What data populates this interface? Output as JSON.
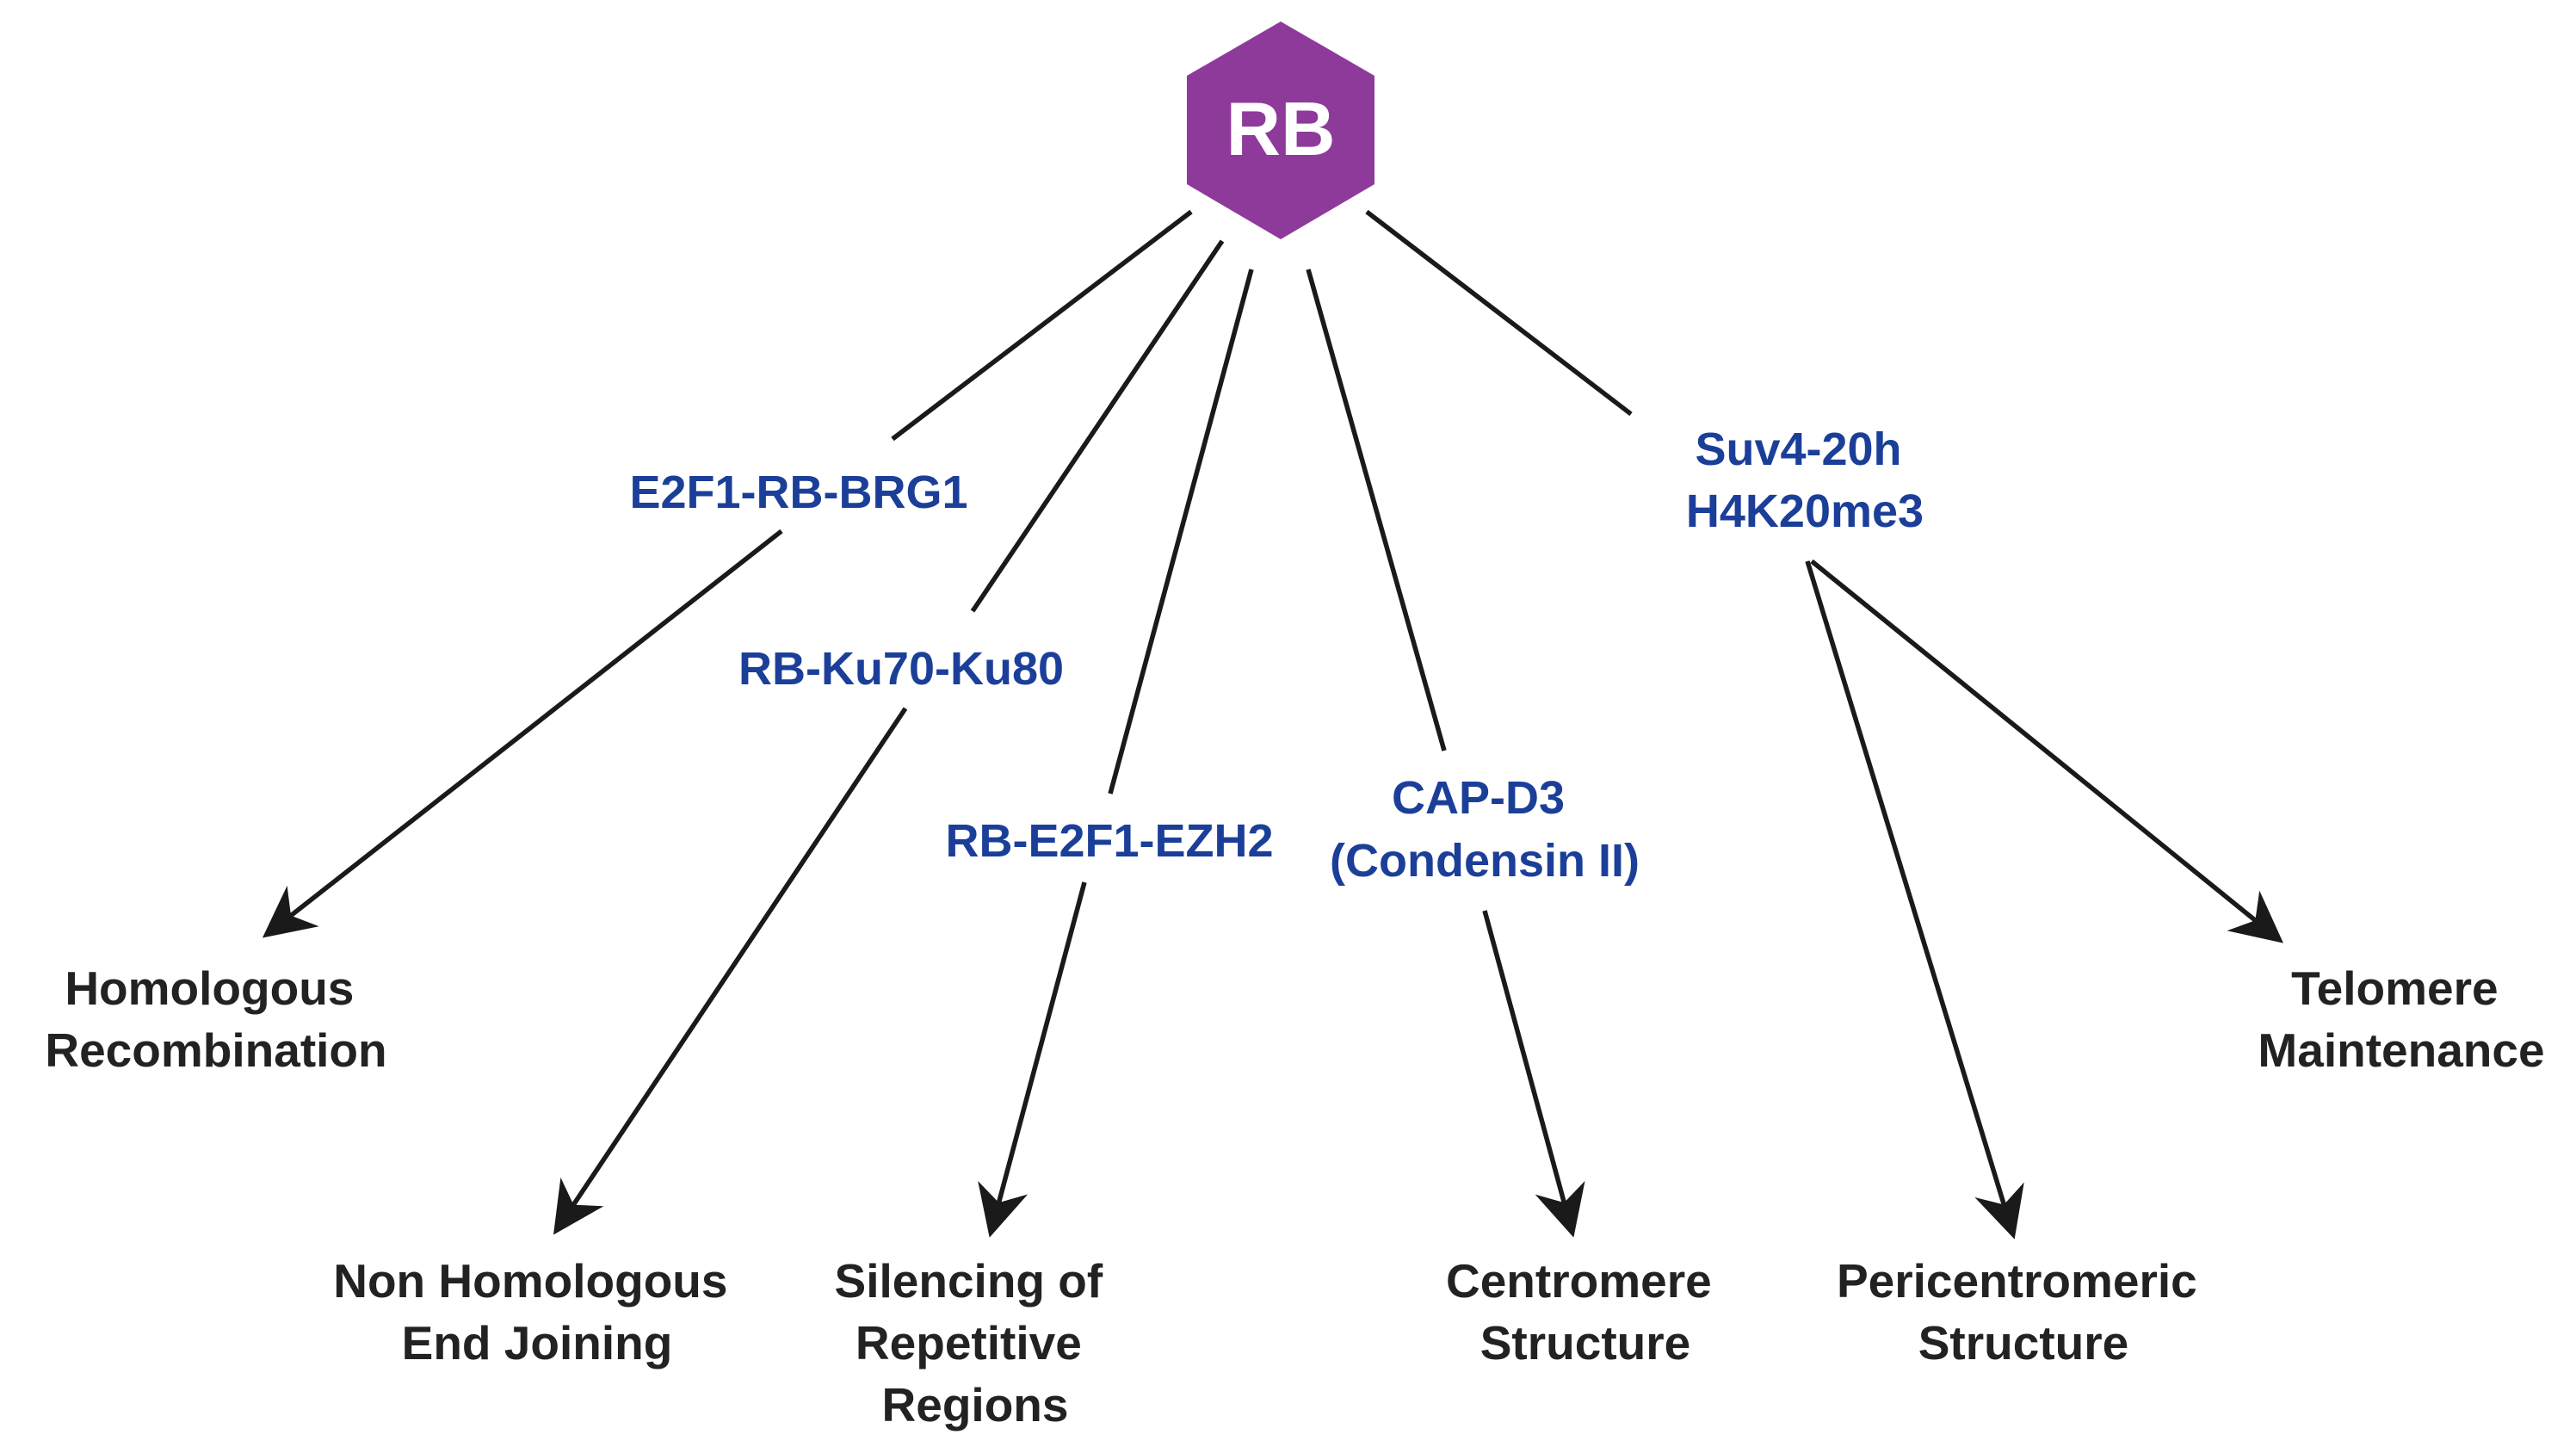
{
  "hub": {
    "label": "RB",
    "color": "#8e3a9a"
  },
  "colors": {
    "complex_text": "#1b3f99",
    "outcome_text": "#222222",
    "edge": "#1a1a1a",
    "background": "#ffffff"
  },
  "complexes": {
    "e2f1_rb_brg1": [
      "E2F1-RB-BRG1"
    ],
    "rb_ku70_ku80": [
      "RB-Ku70-Ku80"
    ],
    "rb_e2f1_ezh2": [
      "RB-E2F1-EZH2"
    ],
    "cap_d3": [
      "CAP-D3",
      "(Condensin II)"
    ],
    "suv4_20h": [
      "Suv4-20h",
      "H4K20me3"
    ]
  },
  "outcomes": {
    "homologous_recombination": [
      "Homologous",
      "Recombination"
    ],
    "nhej": [
      "Non Homologous",
      "End Joining"
    ],
    "silencing": [
      "Silencing of",
      "Repetitive",
      "Regions"
    ],
    "centromere": [
      "Centromere",
      "Structure"
    ],
    "pericentromeric": [
      "Pericentromeric",
      "Structure"
    ],
    "telomere": [
      "Telomere",
      "Maintenance"
    ]
  }
}
